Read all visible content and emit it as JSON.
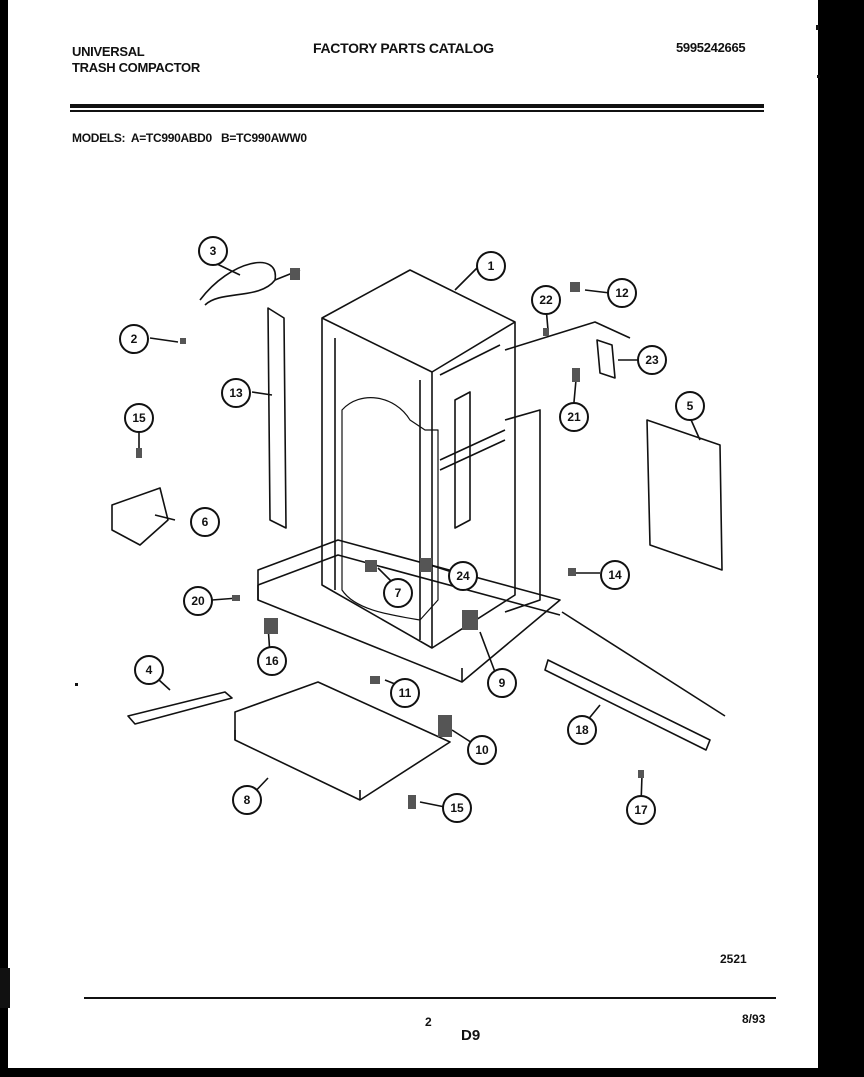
{
  "header": {
    "brand_line1": "UNIVERSAL",
    "brand_line2": "TRASH COMPACTOR",
    "catalog_title": "FACTORY PARTS CATALOG",
    "part_number": "5995242665",
    "models": "MODELS:  A=TC990ABD0   B=TC990AWW0"
  },
  "callouts": [
    "1",
    "2",
    "3",
    "4",
    "5",
    "6",
    "7",
    "8",
    "9",
    "10",
    "11",
    "12",
    "13",
    "14",
    "15",
    "15",
    "16",
    "17",
    "18",
    "20",
    "21",
    "22",
    "23",
    "24"
  ],
  "footer": {
    "drawing_number": "2521",
    "page_number": "2",
    "section": "D9",
    "date": "8/93"
  }
}
